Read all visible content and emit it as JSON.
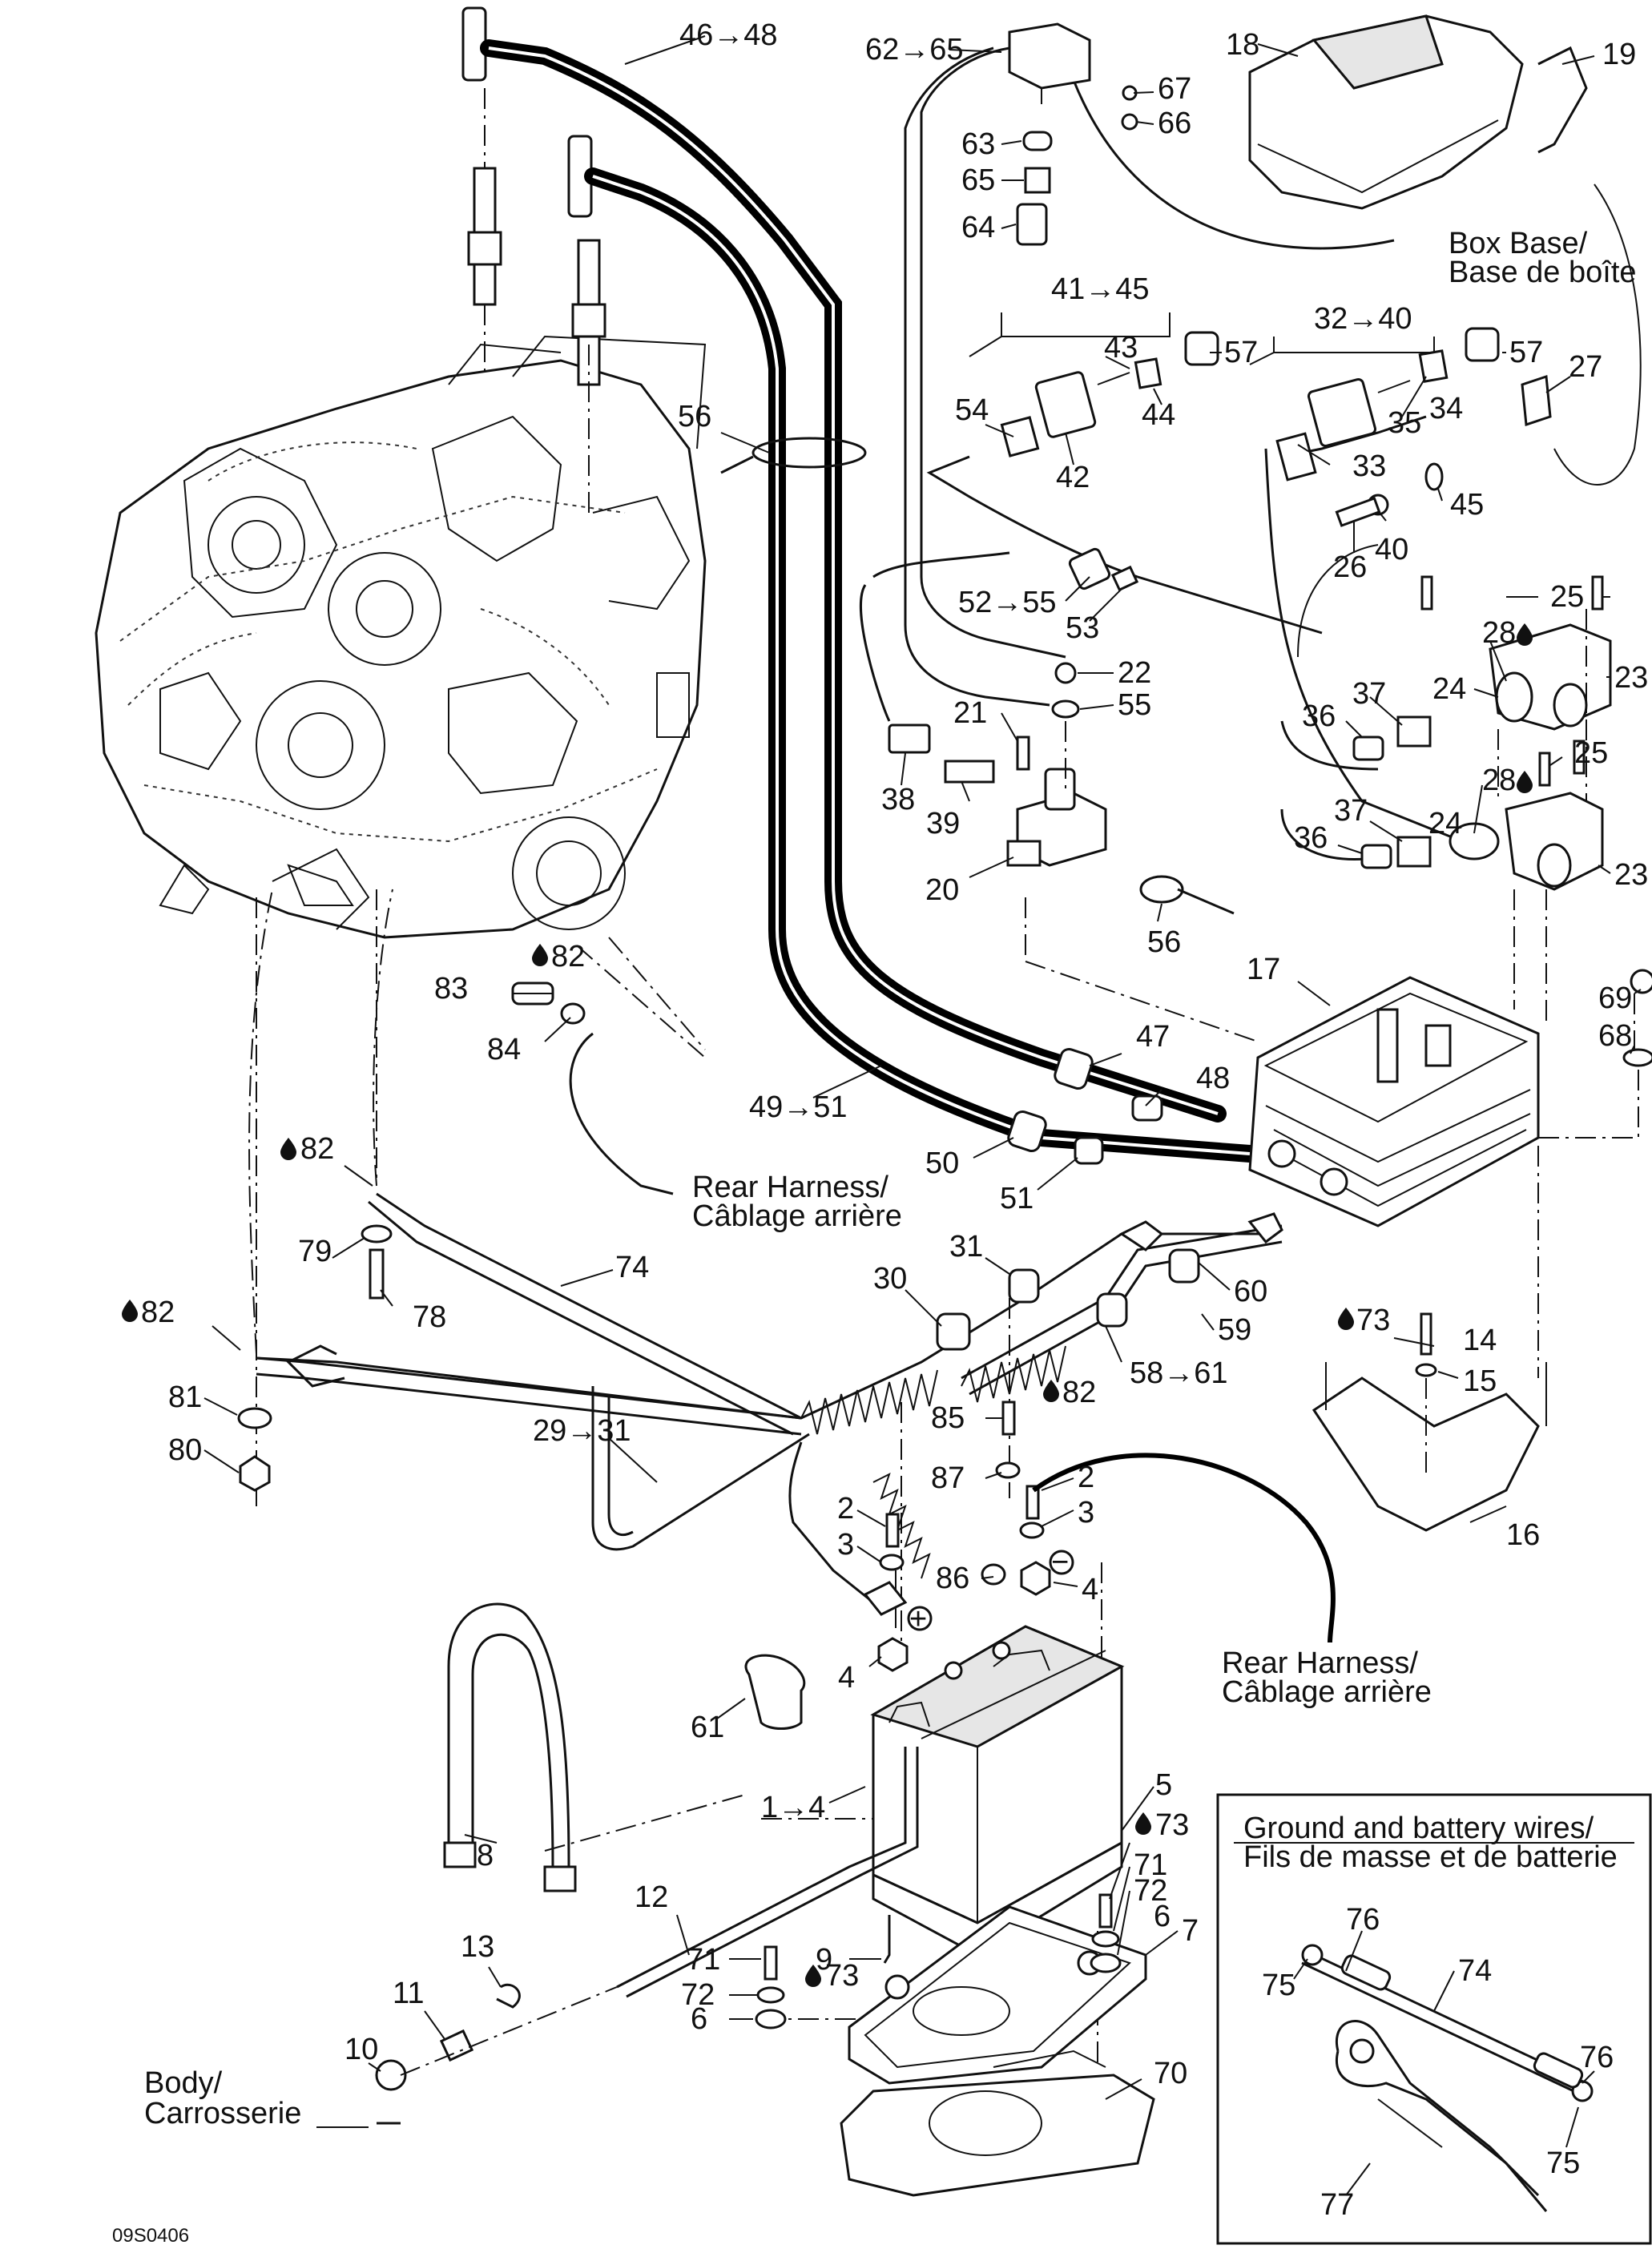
{
  "diagram": {
    "image_code": "09S0406",
    "callouts": {
      "c46_48": "46→48",
      "c62_65": "62→65",
      "c18": "18",
      "c19": "19",
      "c67": "67",
      "c66": "66",
      "c63": "63",
      "c65": "65",
      "c64": "64",
      "c41_45": "41→45",
      "c32_40": "32→40",
      "c43": "43",
      "c57a": "57",
      "c57b": "57",
      "c27": "27",
      "c56a": "56",
      "c54": "54",
      "c44": "44",
      "c42": "42",
      "c35": "35",
      "c34": "34",
      "c33": "33",
      "c45": "45",
      "c40": "40",
      "c26": "26",
      "c52_55": "52→55",
      "c53": "53",
      "c25a": "25",
      "c28a": "28",
      "c23a": "23",
      "c22": "22",
      "c55": "55",
      "c21": "21",
      "c24a": "24",
      "c37a": "37",
      "c36a": "36",
      "c38": "38",
      "c39": "39",
      "c25b": "25",
      "c28b": "28",
      "c37b": "37",
      "c24b": "24",
      "c36b": "36",
      "c23b": "23",
      "c20": "20",
      "c56b": "56",
      "c17": "17",
      "c69": "69",
      "c68": "68",
      "c82a": "82",
      "c83": "83",
      "c84": "84",
      "c47": "47",
      "c48": "48",
      "c49_51": "49→51",
      "c50": "50",
      "c51": "51",
      "c82b": "82",
      "c79": "79",
      "c78": "78",
      "c74a": "74",
      "c31": "31",
      "c30": "30",
      "c60": "60",
      "c59": "59",
      "c58_61": "58→61",
      "c73a": "73",
      "c14": "14",
      "c15": "15",
      "c16": "16",
      "c82c": "82",
      "c81": "81",
      "c80": "80",
      "c29_31": "29→31",
      "c82d": "82",
      "c85": "85",
      "c87": "87",
      "c2a": "2",
      "c3a": "3",
      "c2b": "2",
      "c3b": "3",
      "c86": "86",
      "c4a": "4",
      "c4b": "4",
      "c61": "61",
      "c1_4": "1→4",
      "c5": "5",
      "c73b": "73",
      "c71a": "71",
      "c72a": "72",
      "c6a": "6",
      "c8": "8",
      "c12": "12",
      "c9": "9",
      "c7": "7",
      "c13": "13",
      "c11": "11",
      "c71b": "71",
      "c73c": "73",
      "c72b": "72",
      "c6b": "6",
      "c70": "70",
      "c10": "10",
      "c76a": "76",
      "c74b": "74",
      "c75a": "75",
      "c76b": "76",
      "c75b": "75",
      "c77": "77"
    },
    "notes": {
      "box_base_1": "Box Base/",
      "box_base_2": "Base de boîte",
      "rear_harness_1": "Rear Harness/",
      "rear_harness_2": "Câblage arrière",
      "body_1": "Body/",
      "body_2": "Carrosserie",
      "inset_title_1": "Ground and battery wires/",
      "inset_title_2": "Fils de masse et de batterie",
      "plus_sign": "+",
      "minus_sign": "−"
    }
  }
}
